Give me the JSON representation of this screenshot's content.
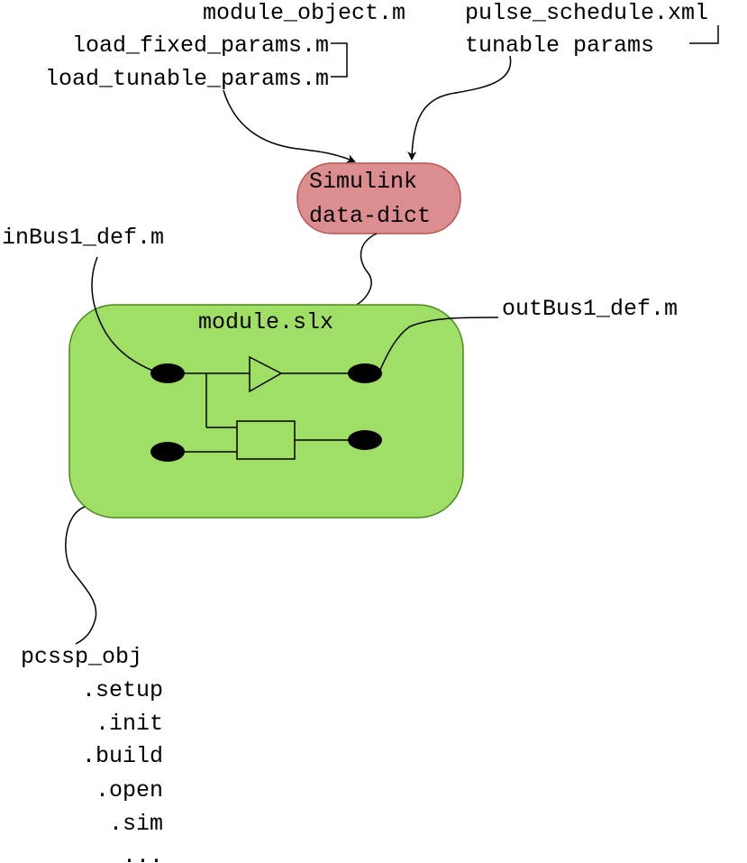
{
  "files": {
    "module_object": "module_object.m",
    "load_fixed_params": "load_fixed_params.m",
    "load_tunable_params": "load_tunable_params.m",
    "pulse_schedule": "pulse_schedule.xml",
    "tunable_params": "tunable params"
  },
  "data_dict": {
    "line1": "Simulink",
    "line2": "data-dict",
    "color": "#dc8d8f",
    "border": "#b85450"
  },
  "module": {
    "title": "module.slx",
    "color": "#9fdf66",
    "border": "#4a8a20"
  },
  "bus_defs": {
    "input": "inBus1_def.m",
    "output": "outBus1_def.m"
  },
  "pcssp": {
    "object": "pcssp_obj",
    "methods": [
      ".setup",
      ".init",
      ".build",
      ".open",
      ".sim",
      "..."
    ]
  }
}
